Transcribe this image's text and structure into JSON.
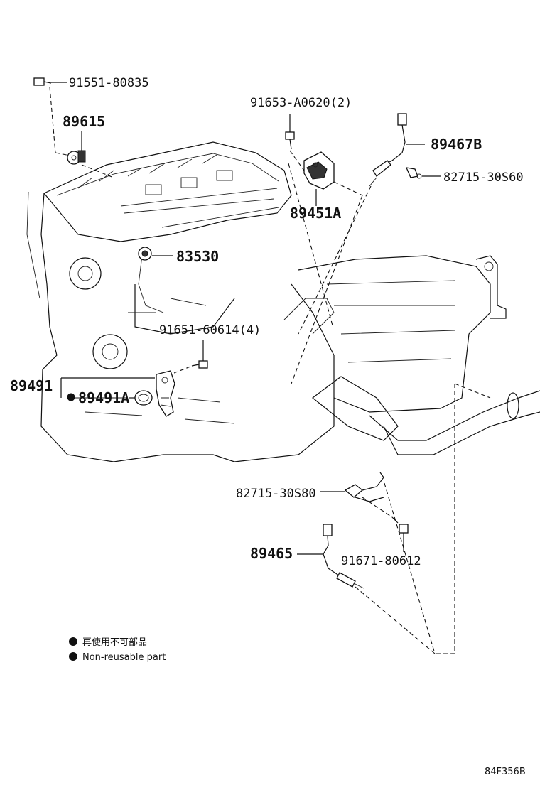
{
  "parts": {
    "p9155180835": "91551-80835",
    "p89615": "89615",
    "p91653": "91653-A0620(2)",
    "p89467b": "89467B",
    "p8271530s60": "82715-30S60",
    "p89451a": "89451A",
    "p83530": "83530",
    "p9165160614": "91651-60614(4)",
    "p89491": "89491",
    "p89491a": "89491A",
    "p8271530s80": "82715-30S80",
    "p89465": "89465",
    "p9167180612": "91671-80612"
  },
  "legend": {
    "japanese": "再使用不可部品",
    "english": "Non-reusable part"
  },
  "diagram_code": "84F356B"
}
